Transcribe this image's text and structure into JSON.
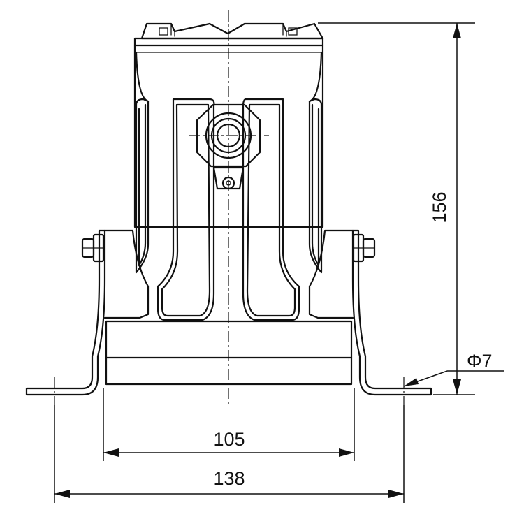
{
  "drawing": {
    "dimensions": {
      "height": "156",
      "inner_width": "105",
      "outer_width": "138",
      "hole": "Φ7"
    }
  }
}
